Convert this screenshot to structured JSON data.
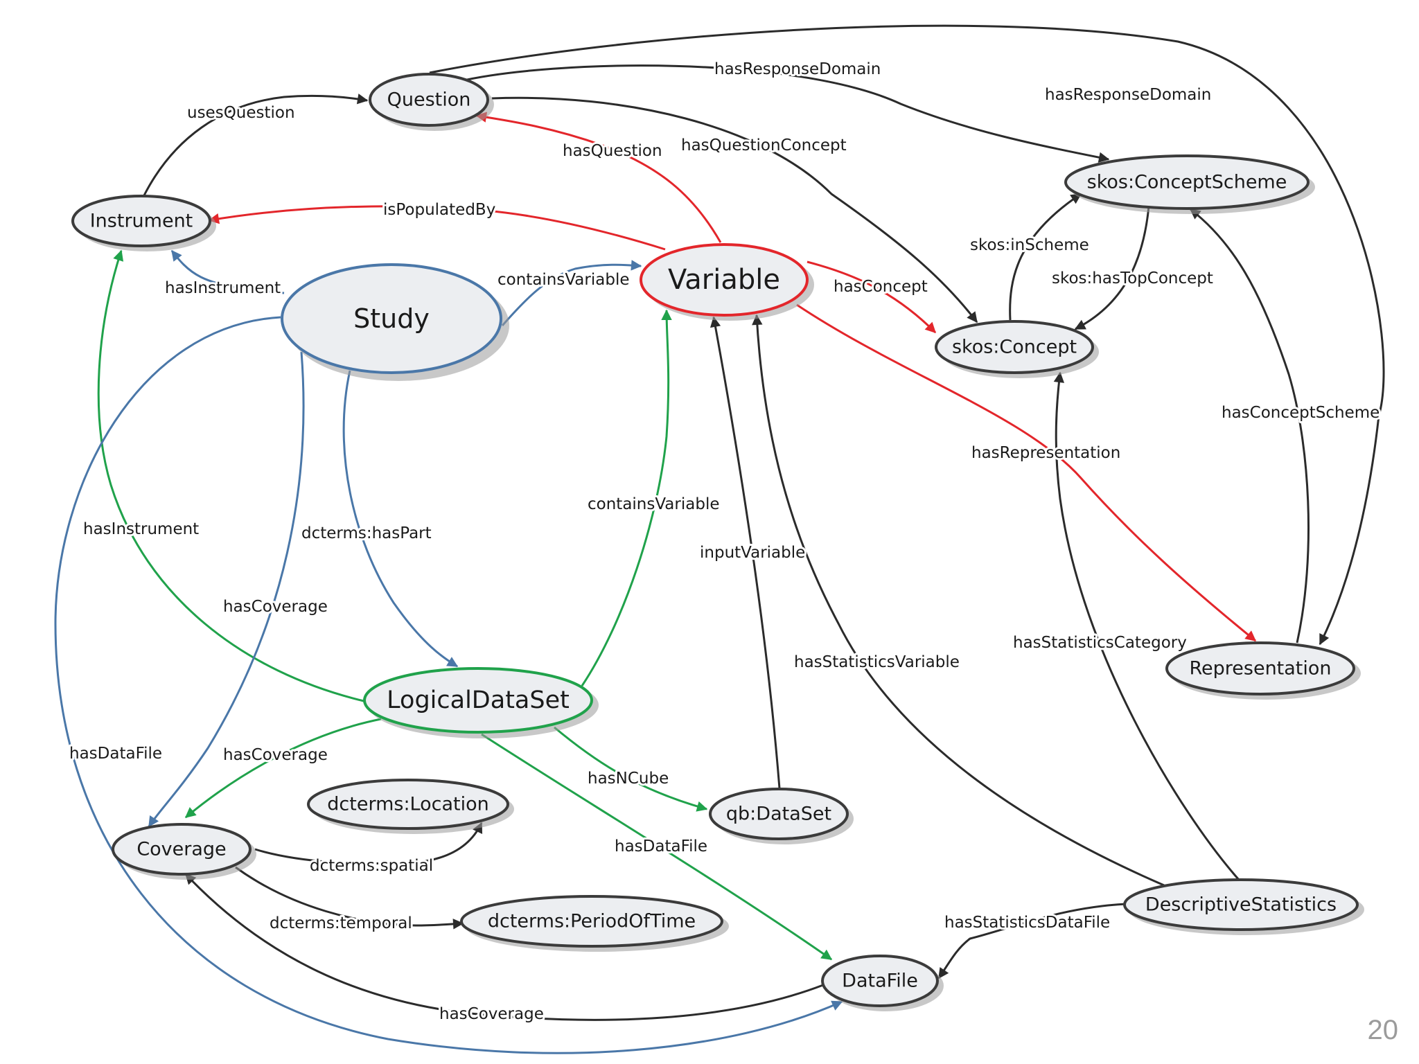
{
  "colors": {
    "red": "#e3262b",
    "blue": "#4a77a8",
    "green": "#20a24b",
    "black": "#2b2b2b",
    "node_fill": "#eceef1",
    "node_stroke": "#3b3b3b"
  },
  "nodes": {
    "question": "Question",
    "instrument": "Instrument",
    "study": "Study",
    "variable": "Variable",
    "concept_scheme": "skos:ConceptScheme",
    "concept": "skos:Concept",
    "representation": "Representation",
    "logical_dataset": "LogicalDataSet",
    "coverage": "Coverage",
    "location": "dcterms:Location",
    "period_of_time": "dcterms:PeriodOfTime",
    "qb_dataset": "qb:DataSet",
    "datafile": "DataFile",
    "descriptive_statistics": "DescriptiveStatistics"
  },
  "edges": {
    "has_response_domain_1": "hasResponseDomain",
    "has_response_domain_2": "hasResponseDomain",
    "uses_question": "usesQuestion",
    "has_question": "hasQuestion",
    "has_question_concept": "hasQuestionConcept",
    "is_populated_by": "isPopulatedBy",
    "has_instrument_1": "hasInstrument",
    "contains_variable_1": "containsVariable",
    "has_concept": "hasConcept",
    "skos_in_scheme": "skos:inScheme",
    "skos_has_top_concept": "skos:hasTopConcept",
    "has_concept_scheme": "hasConceptScheme",
    "has_representation": "hasRepresentation",
    "contains_variable_2": "containsVariable",
    "input_variable": "inputVariable",
    "has_instrument_2": "hasInstrument",
    "dcterms_has_part": "dcterms:hasPart",
    "has_coverage_1": "hasCoverage",
    "has_statistics_variable": "hasStatisticsVariable",
    "has_statistics_category": "hasStatisticsCategory",
    "has_data_file_1": "hasDataFile",
    "has_coverage_2": "hasCoverage",
    "has_ncube": "hasNCube",
    "has_data_file_2": "hasDataFile",
    "dcterms_spatial": "dcterms:spatial",
    "dcterms_temporal": "dcterms:temporal",
    "has_statistics_datafile": "hasStatisticsDataFile",
    "has_coverage_3": "hasCoverage"
  },
  "page_number": "20"
}
